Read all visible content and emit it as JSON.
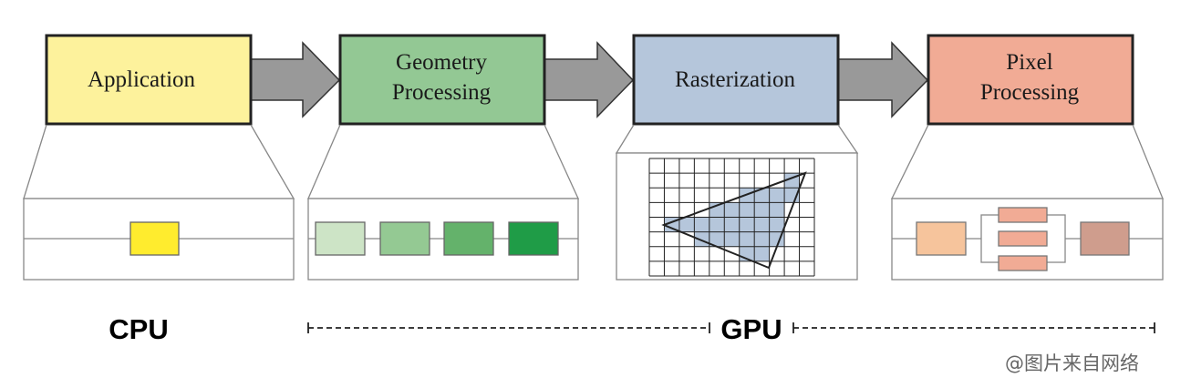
{
  "stages": [
    {
      "lines": [
        "Application"
      ],
      "color": "#fdf29c"
    },
    {
      "lines": [
        "Geometry",
        "Processing"
      ],
      "color": "#93c894"
    },
    {
      "lines": [
        "Rasterization"
      ],
      "color": "#b5c6db"
    },
    {
      "lines": [
        "Pixel",
        "Processing"
      ],
      "color": "#f1ab95"
    }
  ],
  "details": {
    "application_block_color": "#ffec2e",
    "geometry_block_colors": [
      "#cde4c6",
      "#94c993",
      "#64b26b",
      "#1f9c47"
    ],
    "triangle_fill": "#b5c6db",
    "pixel_colors": {
      "input": "#f6c49c",
      "parallel": "#f1ab95",
      "output": "#cf9d8d"
    }
  },
  "hardware": {
    "cpu": "CPU",
    "gpu": "GPU"
  },
  "watermark": "@图片来自网络"
}
